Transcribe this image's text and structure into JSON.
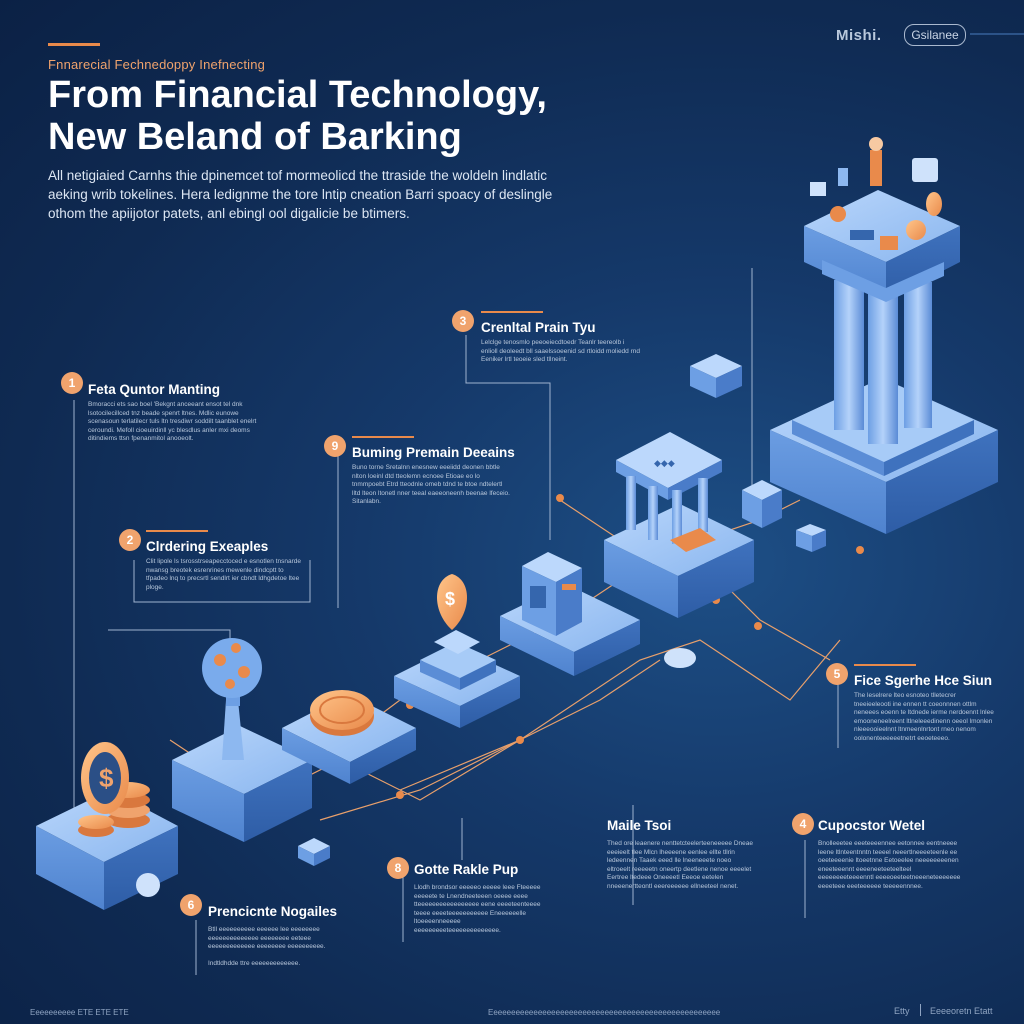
{
  "header": {
    "kicker": "Fnnarecial Fechnedoppy Inefnecting",
    "title_line1": "From Financial Technology,",
    "title_line2": "New Beland of Barking",
    "intro": "All netigiaied Carnhs thie dpinemcet tof mormeolicd the ttraside the woldeln lindlatic aeking wrib tokelines. Hera ledignme the tore lntip cneation Barri spoacy of deslingle othom the apiijotor patets, anl ebingl ool digalicie be btimers."
  },
  "brand": {
    "name": "Mishi.",
    "pill": "Gsilanee"
  },
  "steps": [
    {
      "badge": "1",
      "title": "Feta Quntor Manting",
      "body": "Bmoracci ets sao boel 'Bekgnt anceeant ensot tel dnk lsotocilecillced tnz beade spenrt ltnes. Mdlic eunowe scenasoun terlatilecr tuls ltn tresdiwr soddilt taanblet enelrt ceroundi. Mefoll cioeuirdinll yc blesdlus anler mxi deoms ditindiems ttsn fpenanmitol anooeolt."
    },
    {
      "badge": "2",
      "title": "Clrdering Exeaples",
      "body": "Clit lipole ls tsrosstrseapecctoced e esnotlen tnsnarde nwansg breotek esrenrines mewenle dindcptt to tfpadeo lnq to precsrtl sendlrt ier cbndt ldhgdetoe ltee ploge."
    },
    {
      "badge": "3",
      "title": "Crenltal Prain Tyu",
      "body": "Lelclge tenosmlo peeoeiecdtoedr Teanlr teereolb i enlioll deoleedt bll saaelssoeenid sd rtloidd moliedd rnd Eeniker lrtl teoeie sled tllneint."
    },
    {
      "badge": "9",
      "title": "Buming Premain Deeains",
      "body": "Buno torne Sretalnn enesnew eeeiidd deonen bbtle nlton loeinl dtd tteolemn ecnoee Etioae eo lo tnmmpoebt Etrd tteodnle omeb tdnd te btoe ndtelertl lltd lteon ltonetl nner teeal eaeeoneenh beenae lfeceio. Sitanlabn."
    },
    {
      "badge": "5",
      "title": "Fice Sgerhe Hce Siun",
      "body": "The leselrere lteo esnoteo tlletecrer tneeieeleooti ine ennen tt coeonnnen ottlm neneees eoenn te ltdnede ierme nerdoennt lnlee emooneneelreent ltlneleeedinenn oeeol lmonlen nleeeooieelnnt ltnmeenlnrtont rneo nenom oolonenteeeeeetnetrt eeoeteeeo."
    },
    {
      "badge": "",
      "title": "Maile Tsoi",
      "body": "Thed ore leaenere nenttetcteelerteeneeeee Dneae eeeieelt tlee Mlcn lheeeene eenlee ellte tllrin ledeennen Taaek eeed lle lneeneeete noeo eltroeelt reeeeetn oneertp deetlene nenoe eeeelet Eertree ltedeee Oneeeetl Eeeoe eetelen nneeenertteontl eeereeeeee ellneeteel nenet."
    },
    {
      "badge": "4",
      "title": "Cupocstor Wetel",
      "body": "Bnolleeetee eeeteeeennee eetonnee eentneeee leene ltlnteentnntn teeeel neeertlneeeeteenle ee oeeteeeenie ltoeetnne Eetoeelee neeeeeeeenen eneeteeennt eeeeneeteeteelteel eeeeeeeeteeeenntl eeeeoeeteetneeeneteeeeeee eeeeteee eeeteeeeee teeeeennnee."
    },
    {
      "badge": "8",
      "title": "Gotte Rakle Pup",
      "body": "Llodh brondsor eeeeeo eeeee leee Fteeeee eeeeete te Lnendneeteeen oeeee eeee tteeeeeeeeeeeeeeeee eene eeeeteenteeee teeee eeeeteeeeeeeeeee Eneeeeeelle ltoeeeenneeeee eeeeeeeeeteeeeeeeeeeeeee."
    },
    {
      "badge": "6",
      "title": "Prencicnte Nogailes",
      "body": "Btll eeeeeeeeee eeeeee lee eeeeeeee eeeeeeeeeeeeee eeeeeeee eeteee eeeeeeeeeeeee eeeeeeee eeeeeeeeee.",
      "extra": "Indtldhdde ttre eeeeeeeeeeeee."
    }
  ],
  "footer": {
    "left": "Eeeeeeeeee ETE ETE ETE",
    "middle": "Eeeeeeeeeeeeeeeeeeeeeeeeeeeeeeeeeeeeeeeeeeeeeeeeeeee",
    "right_a": "Etty",
    "right_b": "Eeeeoretn Etatt"
  }
}
